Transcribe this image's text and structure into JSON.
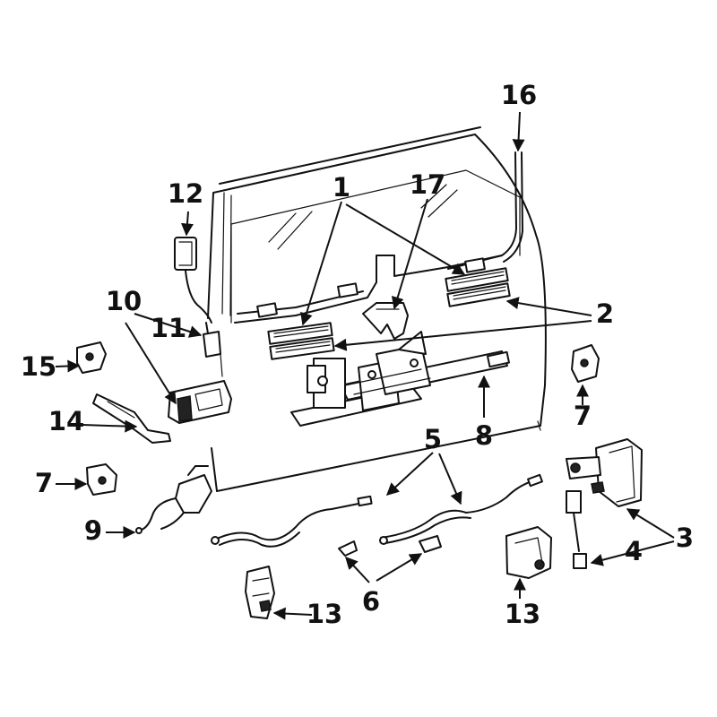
{
  "callouts": {
    "n1": "1",
    "n2": "2",
    "n3": "3",
    "n4": "4",
    "n5": "5",
    "n6": "6",
    "n7a": "7",
    "n7b": "7",
    "n8": "8",
    "n9": "9",
    "n10": "10",
    "n11": "11",
    "n12": "12",
    "n13a": "13",
    "n13b": "13",
    "n14": "14",
    "n15": "15",
    "n16": "16",
    "n17": "17"
  }
}
